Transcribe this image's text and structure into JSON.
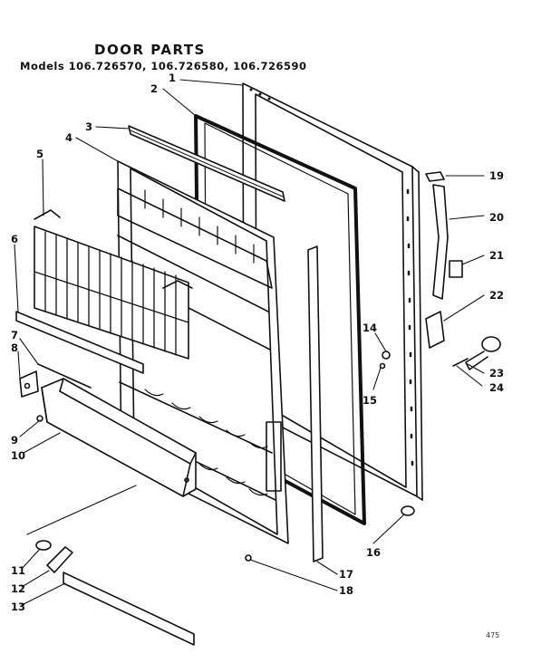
{
  "title": "DOOR PARTS",
  "models_line": "Models 106.726570, 106.726580, 106.726590",
  "page_ref": "475",
  "callouts": [
    "1",
    "2",
    "3",
    "4",
    "5",
    "6",
    "7",
    "8",
    "9",
    "10",
    "11",
    "12",
    "13",
    "14",
    "15",
    "16",
    "17",
    "18",
    "19",
    "20",
    "21",
    "22",
    "23",
    "24"
  ]
}
